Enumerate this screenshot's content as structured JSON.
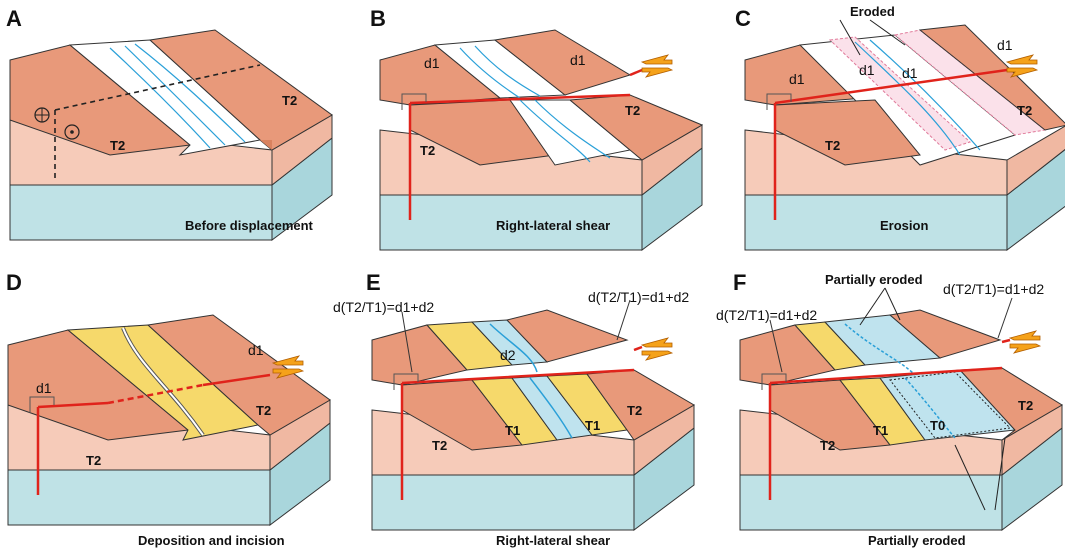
{
  "panels": [
    {
      "letter": "A",
      "caption": "Before displacement",
      "t2_left": "T2",
      "t2_right": "T2"
    },
    {
      "letter": "B",
      "caption": "Right-lateral shear",
      "t2_left": "T2",
      "t2_right": "T2",
      "d1_a": "d1",
      "d1_b": "d1"
    },
    {
      "letter": "C",
      "caption": "Erosion",
      "t2_left": "T2",
      "t2_right": "T2",
      "eroded": "Eroded",
      "d1_a": "d1",
      "d1_b": "d1",
      "d1_c": "d1",
      "d1_d": "d1"
    },
    {
      "letter": "D",
      "caption": "Deposition and incision",
      "t2_left": "T2",
      "t2_right": "T2",
      "d1_a": "d1",
      "d1_b": "d1"
    },
    {
      "letter": "E",
      "caption": "Right-lateral shear",
      "t2_left": "T2",
      "t2_right": "T2",
      "t1_left": "T1",
      "t1_right": "T1",
      "d2": "d2",
      "dt_left": "d(T2/T1)=d1+d2",
      "dt_right": "d(T2/T1)=d1+d2"
    },
    {
      "letter": "F",
      "caption": "Partially eroded",
      "t2_left": "T2",
      "t2_right": "T2",
      "t1_left": "T1",
      "t0": "T0",
      "partial_top": "Partially eroded",
      "dt_left": "d(T2/T1)=d1+d2",
      "dt_right": "d(T2/T1)=d1+d2"
    }
  ],
  "colors": {
    "terrace_top": "#e8997a",
    "terrace_side": "#f6cbb9",
    "terrace_dark": "#d9825f",
    "bedrock_top": "#cfe9ec",
    "bedrock_side": "#bfe2e6",
    "deposit": "#f6d96b",
    "channel": "#bfe3ee",
    "river": "#2aa0d8",
    "fault": "#e0231b",
    "arrow": "#f5a21a",
    "eroded_fill": "#fbe1ea",
    "eroded_edge": "#e07a9a"
  }
}
